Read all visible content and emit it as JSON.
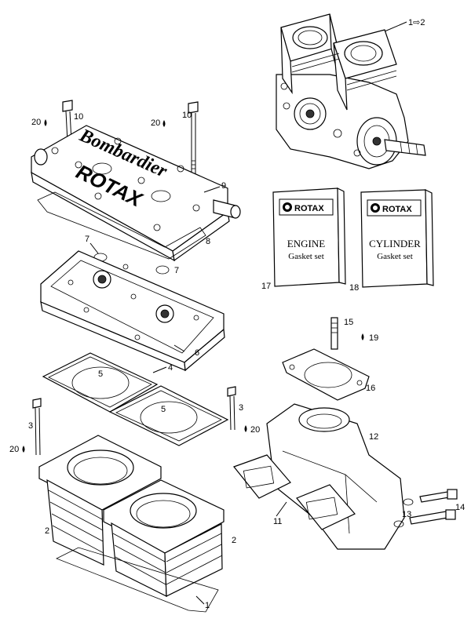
{
  "callouts": {
    "c1_2": "1⇨2",
    "c1": "1",
    "c2a": "2",
    "c2b": "2",
    "c3a": "3",
    "c3b": "3",
    "c4": "4",
    "c5a": "5",
    "c5b": "5",
    "c6": "6",
    "c7a": "7",
    "c7b": "7",
    "c8": "8",
    "c9": "9",
    "c10a": "10",
    "c10b": "10",
    "c11": "11",
    "c12": "12",
    "c13": "13",
    "c14": "14",
    "c15": "15",
    "c16": "16",
    "c17": "17",
    "c18": "18",
    "c19": "19",
    "c20a": "20",
    "c20b": "20",
    "c20c": "20",
    "c20d": "20"
  },
  "cylinder_head_cover": {
    "brand_top": "Bombardier",
    "brand_bottom": "ROTAX"
  },
  "gasket_set_engine": {
    "logo": "ROTAX",
    "title": "ENGINE",
    "subtitle": "Gasket set"
  },
  "gasket_set_cylinder": {
    "logo": "ROTAX",
    "title": "CYLINDER",
    "subtitle": "Gasket set"
  }
}
